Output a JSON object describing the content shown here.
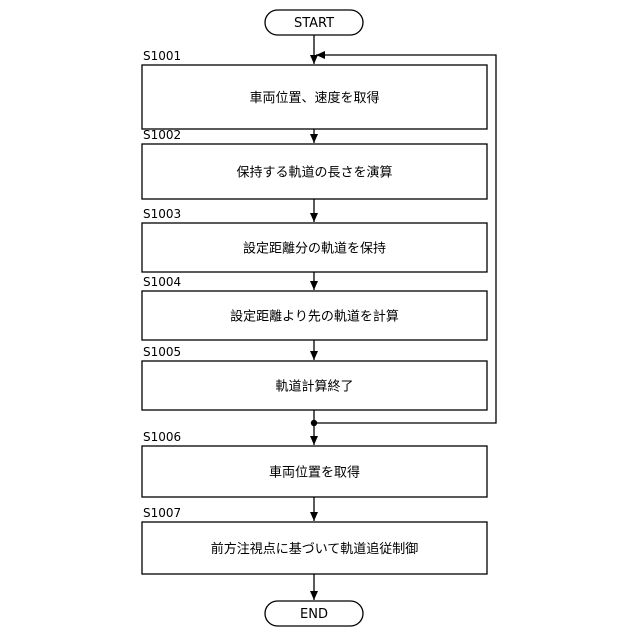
{
  "start": "START",
  "end": "END",
  "steps": [
    {
      "id": "S1001",
      "text": "車両位置、速度を取得"
    },
    {
      "id": "S1002",
      "text": "保持する軌道の長さを演算"
    },
    {
      "id": "S1003",
      "text": "設定距離分の軌道を保持"
    },
    {
      "id": "S1004",
      "text": "設定距離より先の軌道を計算"
    },
    {
      "id": "S1005",
      "text": "軌道計算終了"
    },
    {
      "id": "S1006",
      "text": "車両位置を取得"
    },
    {
      "id": "S1007",
      "text": "前方注視点に基づいて軌道追従制御"
    }
  ]
}
